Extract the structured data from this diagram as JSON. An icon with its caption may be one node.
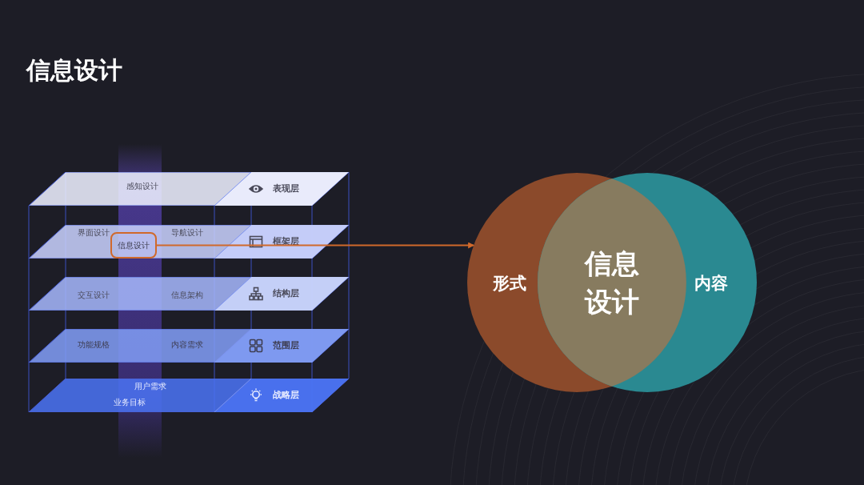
{
  "diagram": {
    "title": "信息设计",
    "nodes": [
      {
        "text": [
          "感知设计",
          "表现层"
        ]
      },
      {
        "text": [
          "界面设计",
          "导航设计",
          "框架层"
        ]
      },
      {
        "text": [
          "信息设计"
        ],
        "in": 1
      },
      {
        "text": [
          "交互设计",
          "信息架构",
          "结构层"
        ]
      },
      {
        "text": [
          "功能规格",
          "内容需求",
          "范围层"
        ]
      },
      {
        "text": [
          "用户需求",
          "业务目标",
          "战略层"
        ]
      },
      {
        "text": [
          "形式"
        ]
      },
      {
        "text": [
          "内容"
        ]
      },
      {
        "text": [
          "信息设计"
        ]
      }
    ],
    "edges": [
      {
        "from": 2,
        "to": 6,
        "arrow": "to",
        "color": "#d0692b"
      }
    ]
  }
}
